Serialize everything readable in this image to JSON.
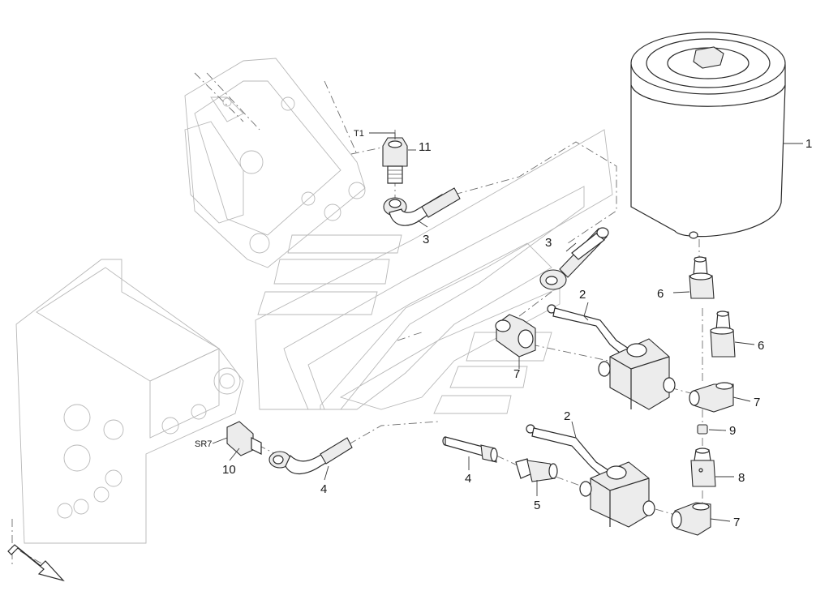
{
  "labels": {
    "p1": "1",
    "p2a": "2",
    "p2b": "2",
    "p3a": "3",
    "p3b": "3",
    "p4a": "4",
    "p4b": "4",
    "p5": "5",
    "p6a": "6",
    "p6b": "6",
    "p7a": "7",
    "p7b": "7",
    "p7c": "7",
    "p8": "8",
    "p9": "9",
    "p10": "10",
    "p11": "11",
    "t1": "T1",
    "sr7": "SR7"
  },
  "colors": {
    "line": "#2b2b2b",
    "ghost": "#b8b8b8",
    "shade": "#ececec"
  }
}
